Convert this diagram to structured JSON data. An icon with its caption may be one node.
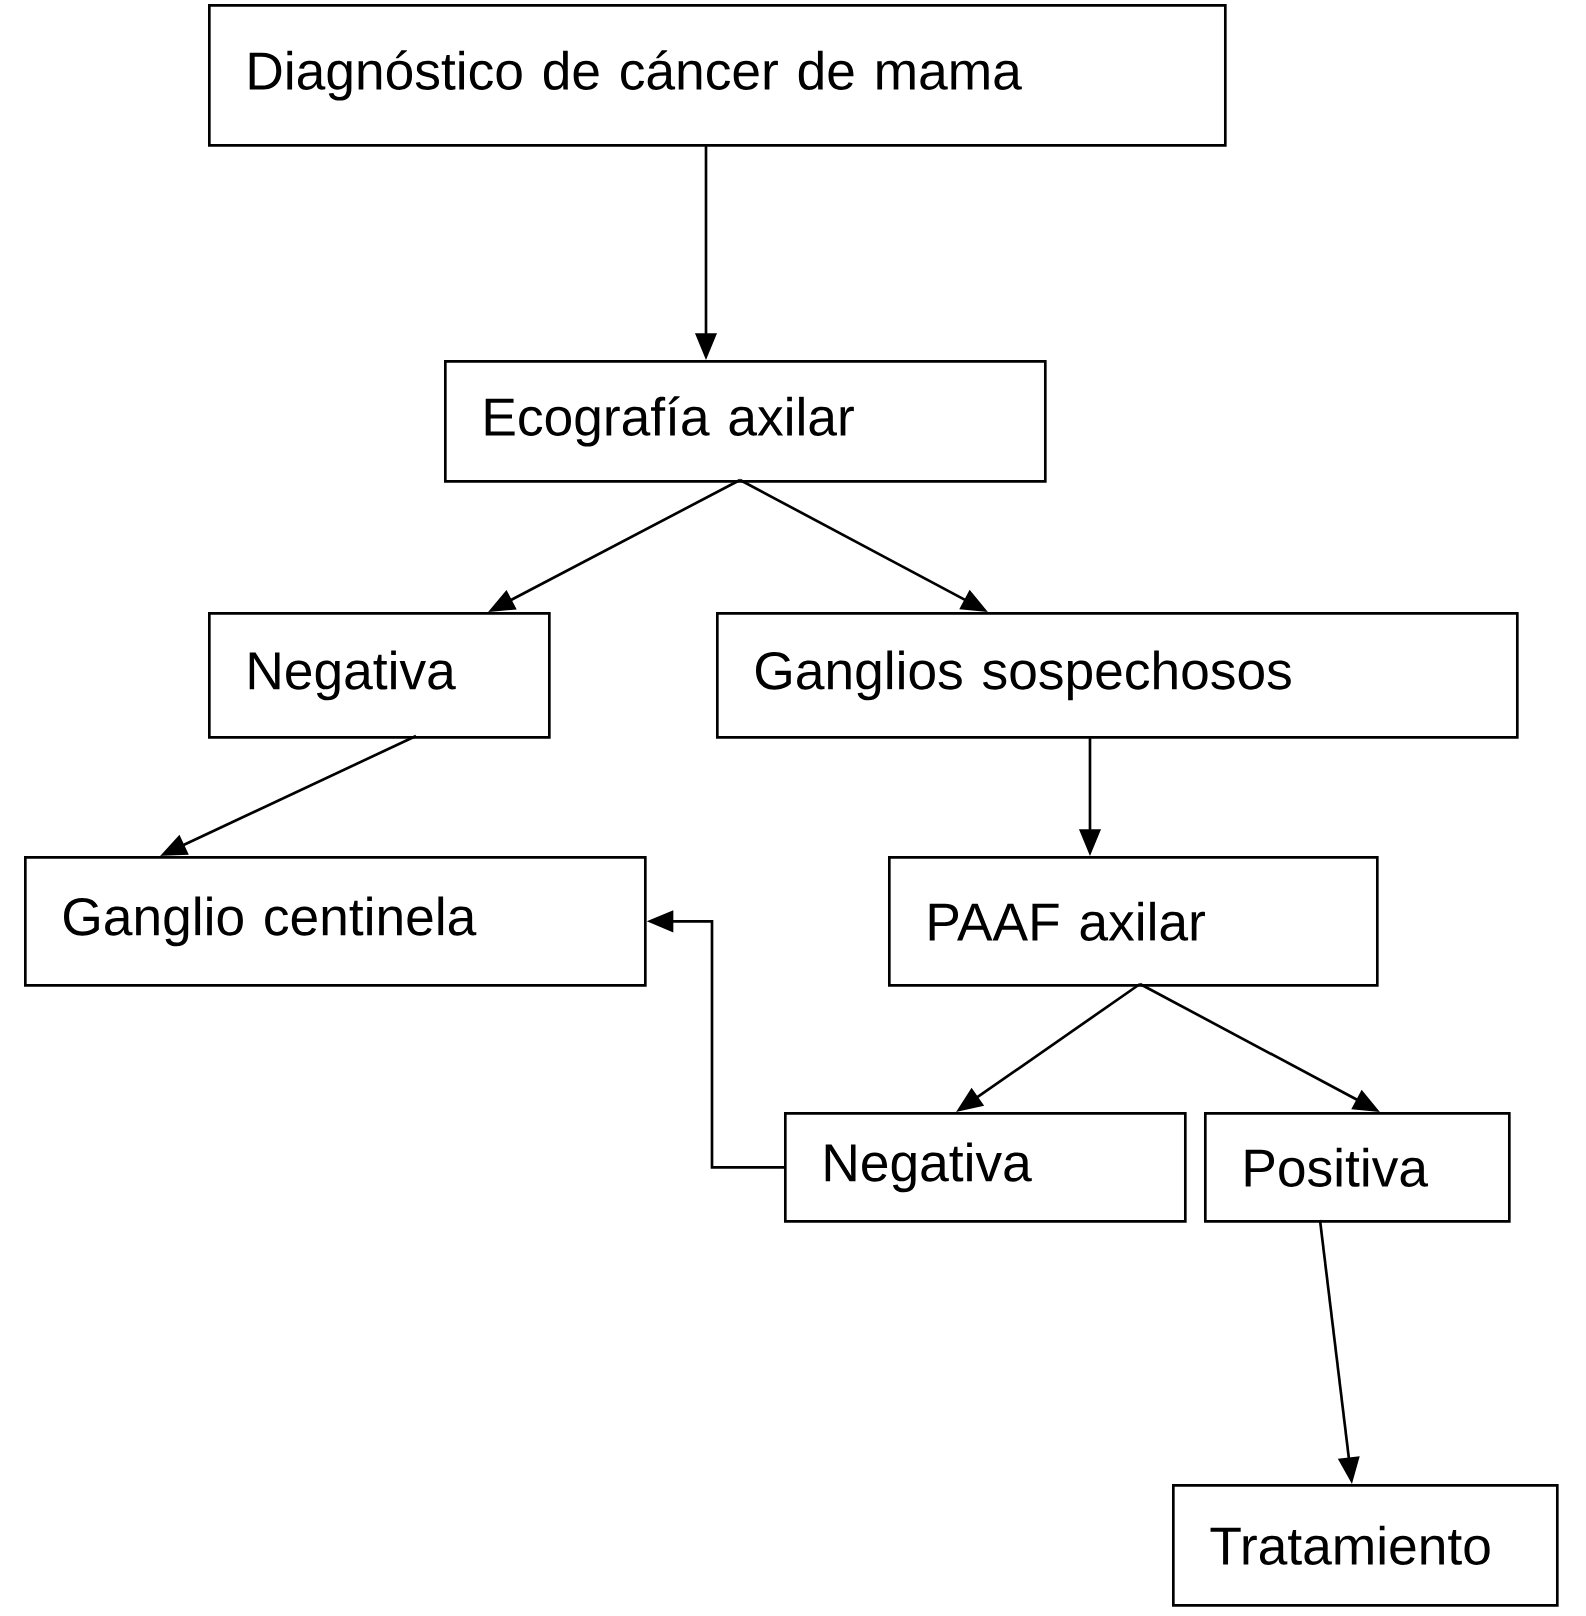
{
  "diagram": {
    "nodes": [
      {
        "text": [
          "Diagnóstico de cáncer de mama"
        ]
      },
      {
        "text": [
          "Ecografía axilar"
        ]
      },
      {
        "text": [
          "Negativa"
        ]
      },
      {
        "text": [
          "Ganglios sospechosos"
        ]
      },
      {
        "text": [
          "Ganglio centinela"
        ]
      },
      {
        "text": [
          "PAAF axilar"
        ]
      },
      {
        "text": [
          "Negativa"
        ]
      },
      {
        "text": [
          "Positiva"
        ]
      },
      {
        "text": [
          "Tratamiento"
        ]
      }
    ],
    "edges": [
      {
        "from": 0,
        "to": 1,
        "arrow": "to"
      },
      {
        "from": 1,
        "to": 2,
        "arrow": "to"
      },
      {
        "from": 1,
        "to": 3,
        "arrow": "to"
      },
      {
        "from": 2,
        "to": 4,
        "arrow": "to"
      },
      {
        "from": 3,
        "to": 5,
        "arrow": "to"
      },
      {
        "from": 5,
        "to": 6,
        "arrow": "to"
      },
      {
        "from": 5,
        "to": 7,
        "arrow": "to"
      },
      {
        "from": 6,
        "to": 4,
        "arrow": "to"
      },
      {
        "from": 7,
        "to": 8,
        "arrow": "to"
      }
    ]
  }
}
